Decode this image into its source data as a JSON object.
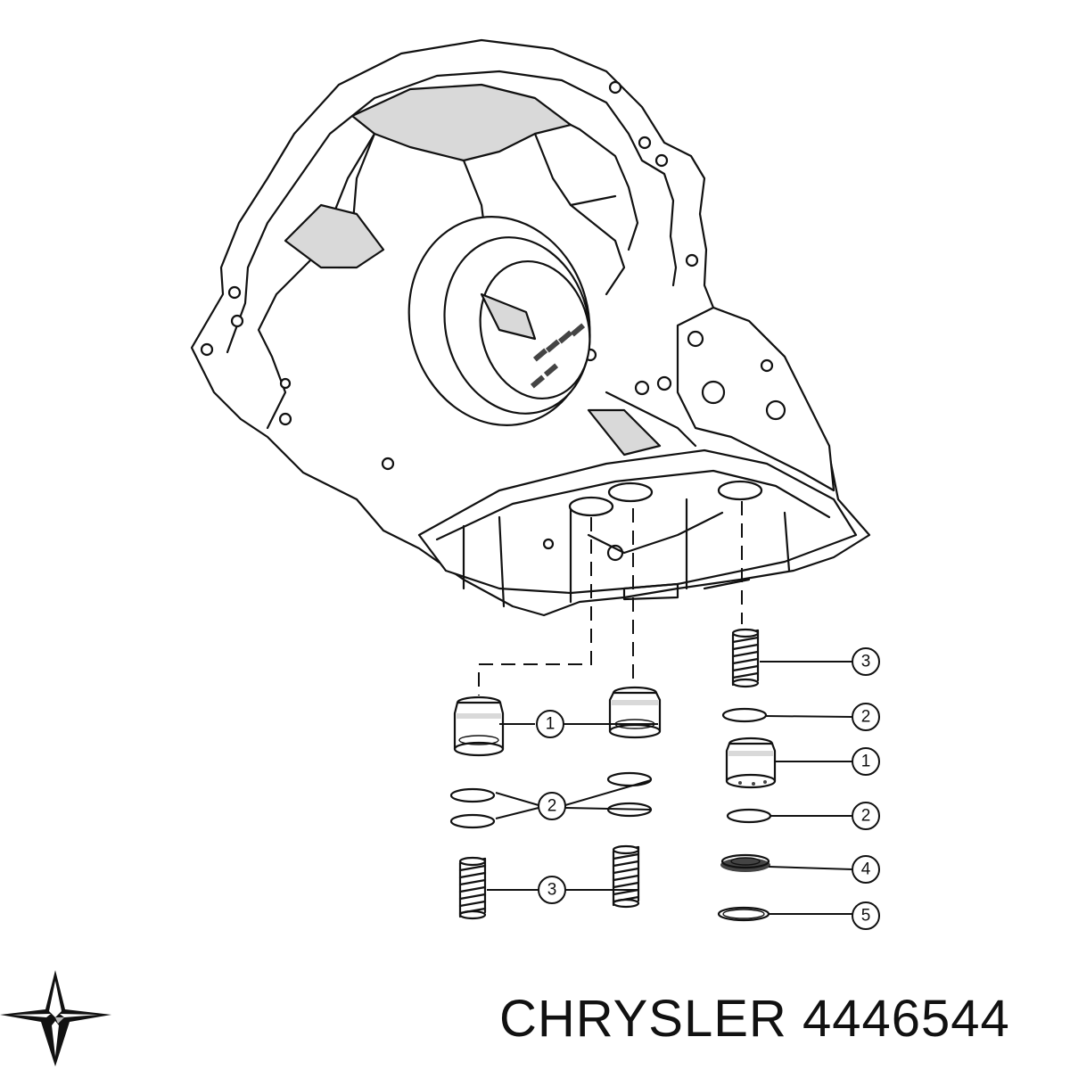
{
  "diagram": {
    "brand_logo": {
      "icon": "pentastar-icon",
      "color": "#111111"
    },
    "caption": {
      "brand": "CHRYSLER",
      "part_number": "4446544"
    },
    "callouts": [
      {
        "id": "c-3-top-right",
        "label": "3"
      },
      {
        "id": "c-2-top-right",
        "label": "2"
      },
      {
        "id": "c-1-left",
        "label": "1"
      },
      {
        "id": "c-1-right",
        "label": "1"
      },
      {
        "id": "c-2-left",
        "label": "2"
      },
      {
        "id": "c-2-mid-right",
        "label": "2"
      },
      {
        "id": "c-3-left",
        "label": "3"
      },
      {
        "id": "c-4-right",
        "label": "4"
      },
      {
        "id": "c-5-right",
        "label": "5"
      }
    ]
  }
}
